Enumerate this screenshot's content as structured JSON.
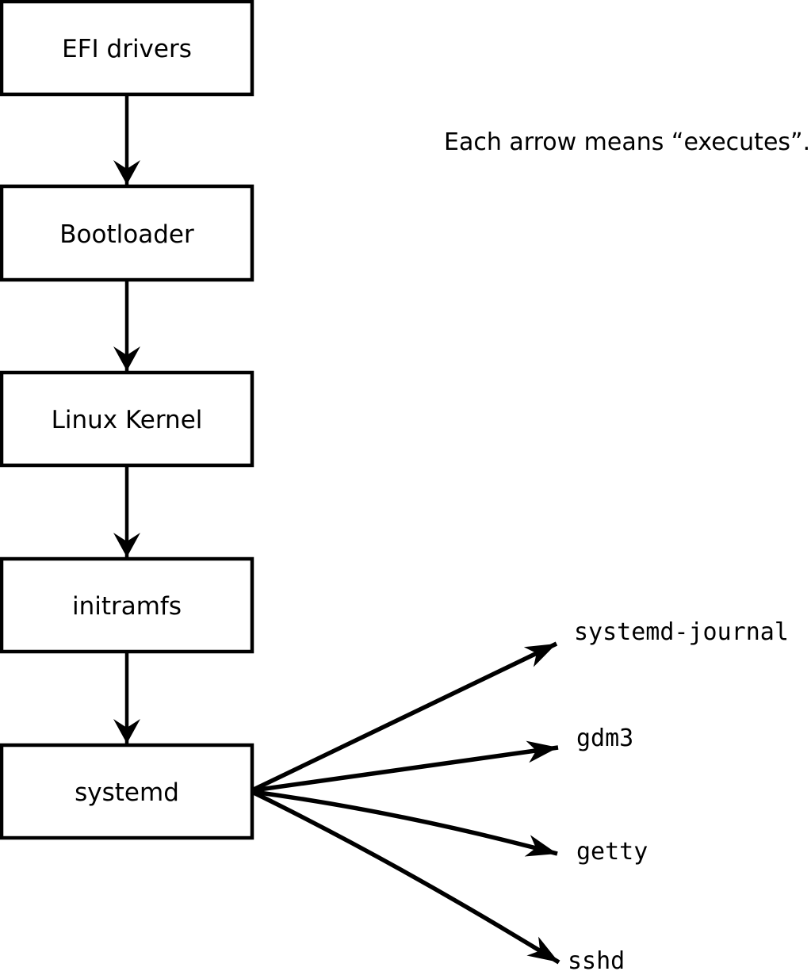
{
  "note": "Each arrow means “executes”.",
  "chain": {
    "nodes": [
      "EFI drivers",
      "Bootloader",
      "Linux Kernel",
      "initramfs",
      "systemd"
    ]
  },
  "services": [
    "systemd-journal",
    "gdm3",
    "getty",
    "sshd"
  ],
  "arrow_meaning": "executes",
  "colors": {
    "line": "#000000",
    "box_fill": "#ffffff",
    "background": "#ffffff",
    "text": "#000000"
  }
}
